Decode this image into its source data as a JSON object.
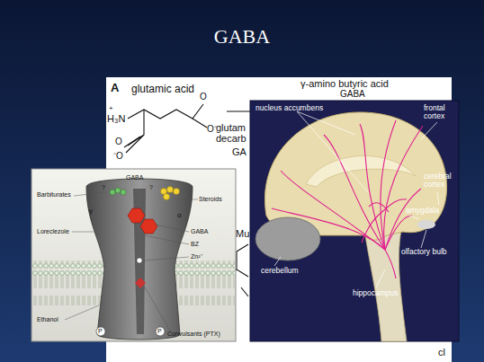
{
  "diagram": {
    "title": "GABA",
    "labels": [
      "A",
      "glutamic acid",
      "γ-amino butyric acid",
      "GABA",
      "H₃N",
      "+",
      "O",
      "O⁻",
      "⁻O",
      "O",
      "glutam",
      "decarb",
      "GA",
      "Mu",
      "cl",
      "GABA",
      "Barbiturates",
      "?",
      "?",
      "Steroids",
      "Loreclezole",
      "γ",
      "α",
      "GABA",
      "BZ",
      "Zn²⁺",
      "Ethanol",
      "Convulsants (PTX)",
      "P",
      "P",
      "nucleus accumbens",
      "frontal cortex",
      "cerebral cortex",
      "amygdala",
      "olfactory bulb",
      "hippocampus",
      "cerebellum"
    ]
  }
}
